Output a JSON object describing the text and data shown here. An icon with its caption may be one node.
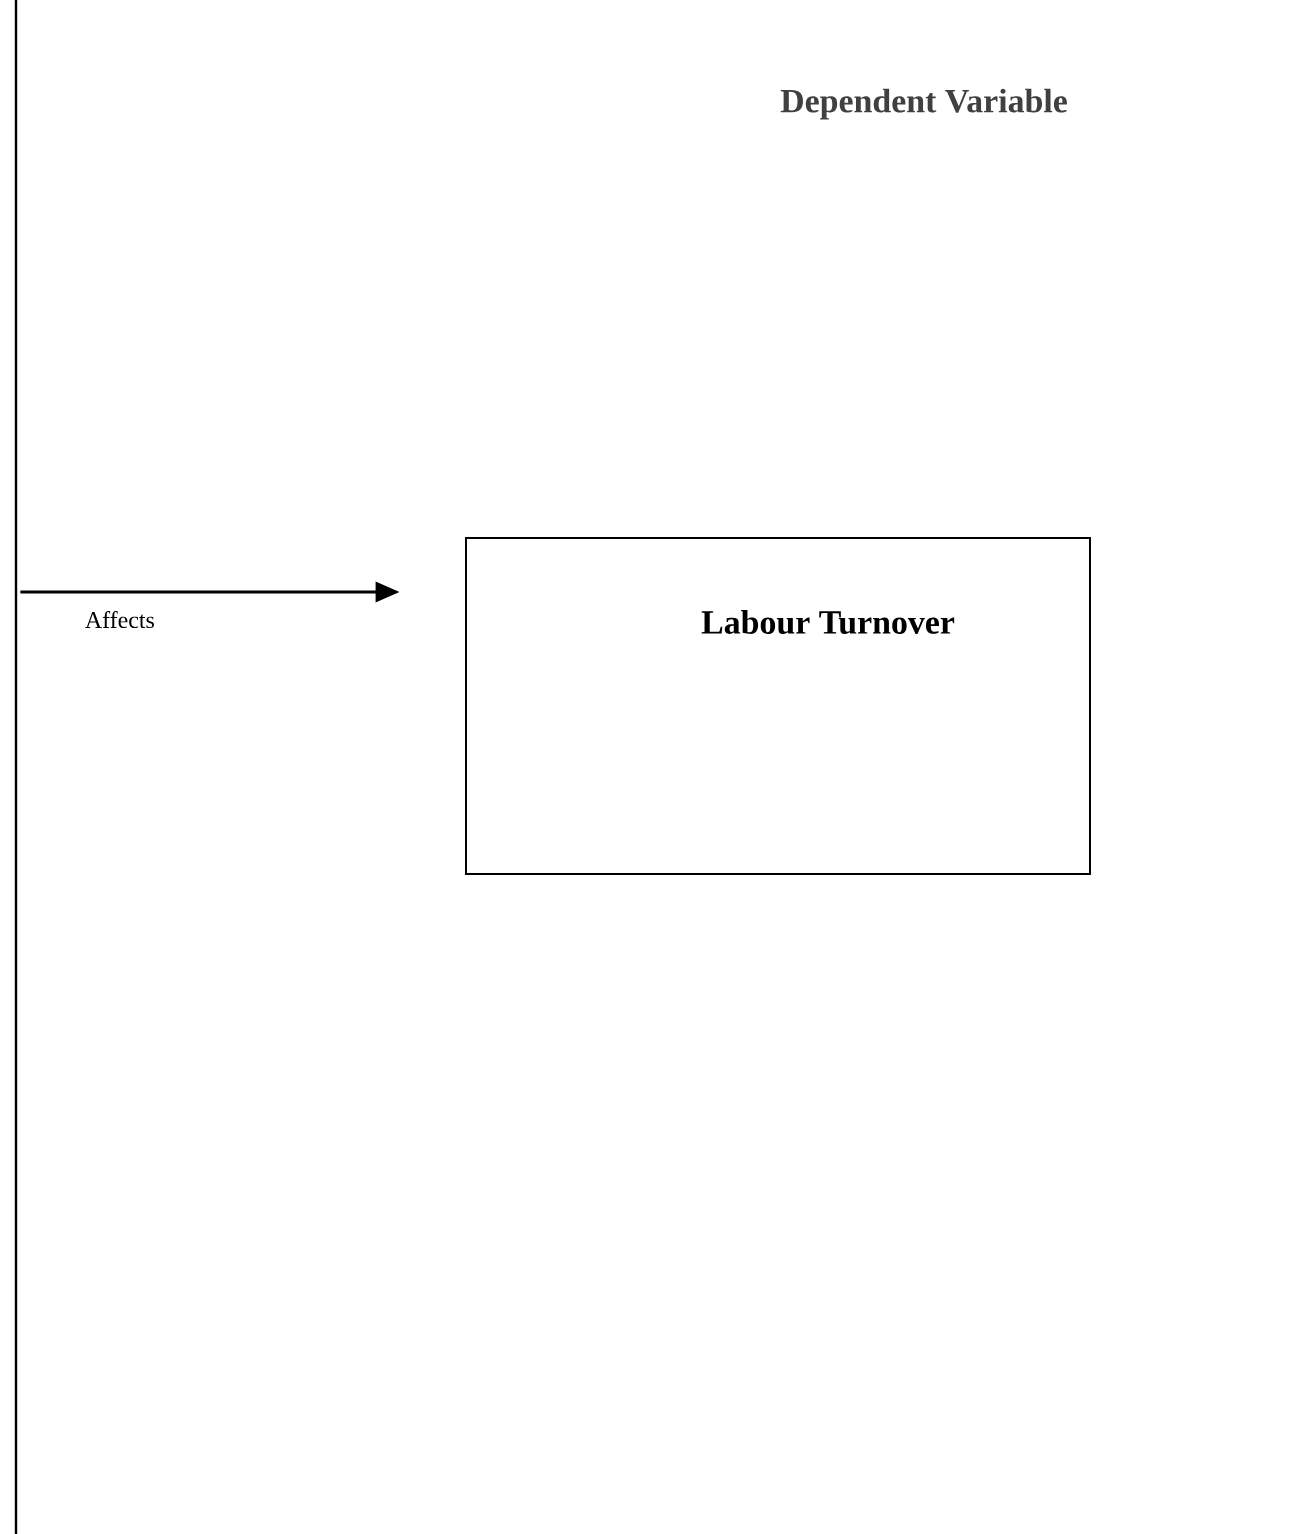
{
  "diagram": {
    "title": "Dependent Variable",
    "nodes": [
      {
        "text": [],
        "shape": "box"
      },
      {
        "text": [
          "Labour Turnover"
        ]
      }
    ],
    "edges": [
      {
        "from": 0,
        "to": 1,
        "arrow": "to",
        "label": "Affects"
      }
    ]
  }
}
